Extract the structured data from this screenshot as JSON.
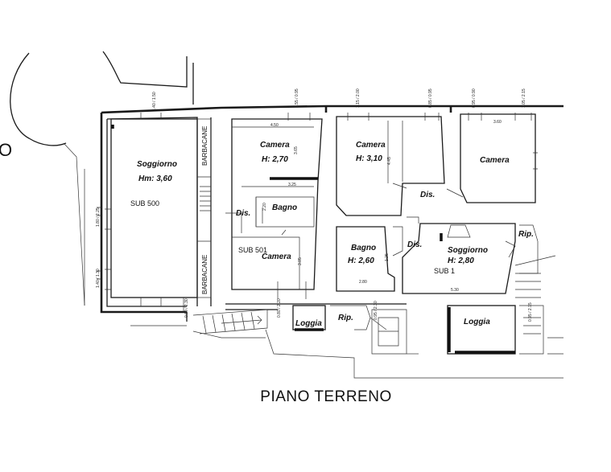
{
  "title": "PIANO TERRENO",
  "edge_letter": "O",
  "rooms": [
    {
      "id": "soggiorno-left",
      "name": "Soggiorno",
      "height": "Hm: 3,60"
    },
    {
      "id": "camera-1",
      "name": "Camera",
      "height": "H: 2,70"
    },
    {
      "id": "camera-2",
      "name": "Camera",
      "height": "H: 3,10"
    },
    {
      "id": "camera-3",
      "name": "Camera",
      "height": ""
    },
    {
      "id": "bagno-1",
      "name": "Bagno",
      "height": ""
    },
    {
      "id": "camera-4",
      "name": "Camera",
      "height": ""
    },
    {
      "id": "bagno-2",
      "name": "Bagno",
      "height": "H: 2,60"
    },
    {
      "id": "soggiorno-right",
      "name": "Soggiorno",
      "height": "H: 2,80"
    },
    {
      "id": "loggia-1",
      "name": "Loggia",
      "height": ""
    },
    {
      "id": "loggia-2",
      "name": "Loggia",
      "height": ""
    }
  ],
  "small_labels": {
    "dis_1": "Dis.",
    "dis_2": "Dis.",
    "dis_3": "Dis.",
    "rip_1": "Rip.",
    "rip_2": "Rip.",
    "barbacane_1": "BARBACANE",
    "barbacane_2": "BARBACANE"
  },
  "units": {
    "sub_500": "SUB 500",
    "sub_501": "SUB 501",
    "sub_1": "SUB 1"
  },
  "dimensions": {
    "d_450": "4.50",
    "d_360": "3.60",
    "d_280": "2.80",
    "d_530": "5.30",
    "d_220": "2.20",
    "d_445": "4.45",
    "d_305": "3.05",
    "d_325": "3.25",
    "d_125": "1.25",
    "d_165": "3.65",
    "d_140_150": "1.40 / 1.50",
    "d_155_095": "1.55 / 0.95",
    "d_115_200": "1.15 / 2.00",
    "d_085_095": "0.85 / 0.95",
    "d_095_090": "0.95 / 0.90",
    "d_105_215": "1.05 / 2.15",
    "d_180_225": "1.80 / 2.25",
    "d_140_130": "1.40 / 1.30",
    "d_060_230": "0.60 / 2.30",
    "d_080_220": "0.80 / 2.20",
    "d_095_230": "0.95 / 2.30",
    "d_095_215": "0.95 / 2.15"
  }
}
